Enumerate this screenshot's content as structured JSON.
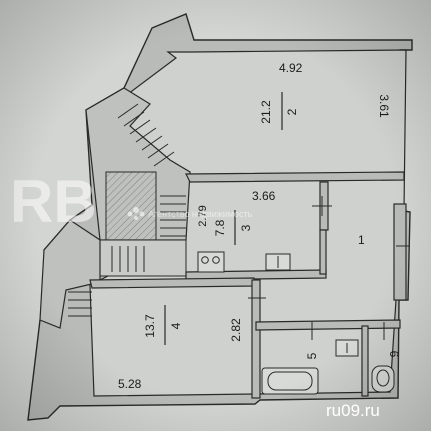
{
  "rooms": [
    {
      "number": "2",
      "area": "21.2",
      "width": "4.92",
      "length": "3.61"
    },
    {
      "number": "3",
      "area": "7.8",
      "width": "3.66",
      "length": "2.79"
    },
    {
      "number": "1"
    },
    {
      "number": "4",
      "area": "13.7",
      "width": "5.28",
      "length": "2.82"
    },
    {
      "number": "5"
    },
    {
      "number": "6"
    }
  ],
  "watermark": {
    "logo_letters": "RB",
    "agency_text": "Агентство недвижимость"
  },
  "source_label": "ru09.ru",
  "colors": {
    "wall_fill": "#b9bbb8",
    "wall_stroke": "#2a2a2a",
    "floor": "#cfd1ce",
    "accent": "#ffffff"
  }
}
